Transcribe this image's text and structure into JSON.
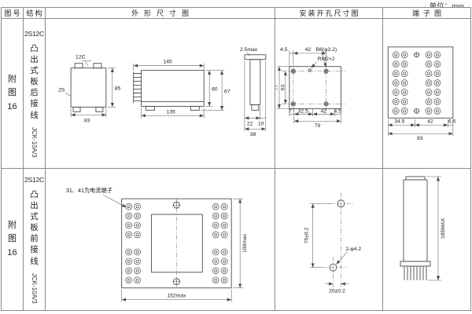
{
  "unit_label": "单位：mm",
  "headers": {
    "fig_no": "图号",
    "structure": "结构",
    "outline": "外形尺寸图",
    "mounting": "安装开孔尺寸图",
    "terminal": "端子图"
  },
  "rows": [
    {
      "fig_no": "附图16",
      "model": "2S12C",
      "structure_vertical": "凸出式板后接线",
      "relay_type": "JCK-10A/3",
      "outline_dims": {
        "d12c": "12C",
        "d2s": "2S",
        "d85": "85",
        "d83": "83",
        "d145": "145",
        "d135": "135",
        "d60": "60",
        "d67": "67",
        "d25max": "2.5max",
        "d22": "22",
        "d10": "10",
        "d38": "38"
      },
      "mounting_dims": {
        "d45t": "4.5",
        "d42t": "42",
        "b6": "B6(φ3.2)",
        "rm2": "RM2×2",
        "d77": "77",
        "d63": "63",
        "d7": "7",
        "d325": "32.5",
        "d42b": "42",
        "d45b": "4.5",
        "d79": "79"
      },
      "terminal_dims": {
        "d345": "34.5",
        "d42": "42",
        "d65": "6.5",
        "d83": "83"
      }
    },
    {
      "fig_no": "附图16",
      "model": "2S12C",
      "structure_vertical": "凸出式板前接线",
      "relay_type": "JCK-10A/3",
      "outline_dims": {
        "note": "31、41为电流端子",
        "d152": "152max",
        "d100": "100max"
      },
      "mounting_dims": {
        "d76": "76±0.2",
        "dphi": "2-φ4.2",
        "d20": "20±0.2"
      },
      "terminal_dims": {
        "d185": "185MAX"
      }
    }
  ]
}
